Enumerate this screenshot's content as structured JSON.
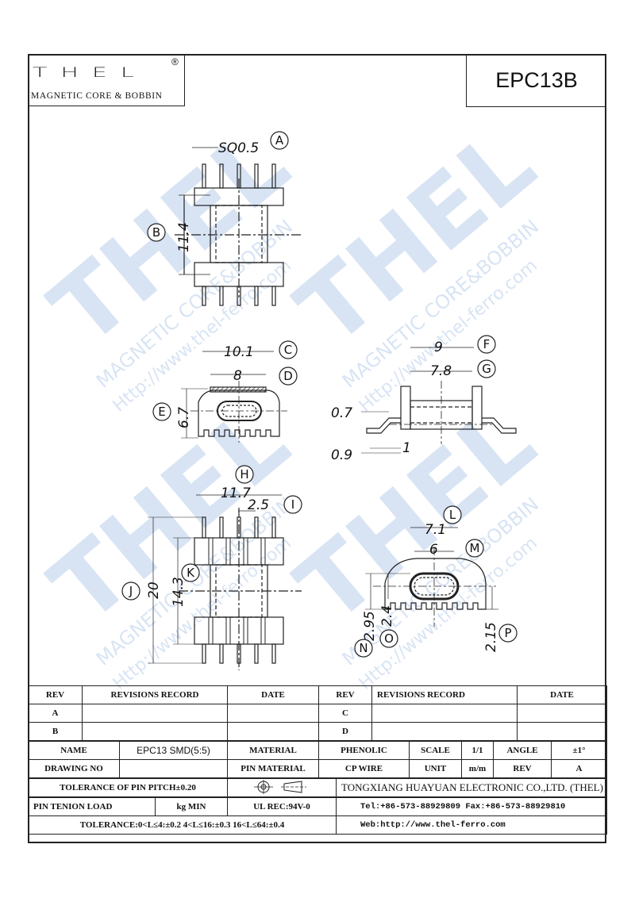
{
  "header": {
    "logo_word": "THEL",
    "logo_registered": "®",
    "logo_subtitle": "MAGNETIC CORE & BOBBIN",
    "part_number": "EPC13B"
  },
  "watermark": {
    "brand": "THEL",
    "sub": "MAGNETIC CORE&BOBBIN",
    "url": "Http://www.thel-ferro.com",
    "registered": "®"
  },
  "drawing": {
    "dimensions": {
      "A": "SQ0.5",
      "B": "11.4",
      "C": "10.1",
      "D": "8",
      "E": "6.7",
      "F": "9",
      "G": "7.8",
      "H": "11.7",
      "I": "2.5",
      "J": "20",
      "K": "14.3",
      "L": "7.1",
      "M": "6",
      "N": "2.95",
      "O": "2.4",
      "P": "2.15",
      "pin_offset_top": "0.7",
      "pin_offset_bottom": "0.9",
      "pin_width": "1"
    },
    "callouts": [
      "A",
      "B",
      "C",
      "D",
      "E",
      "F",
      "G",
      "H",
      "I",
      "J",
      "K",
      "L",
      "M",
      "N",
      "O",
      "P"
    ]
  },
  "title_block": {
    "rev_header": "REV",
    "revisions_header": "REVISIONS RECORD",
    "date_header": "DATE",
    "rev_rows": [
      [
        "A",
        "",
        "",
        "C",
        "",
        ""
      ],
      [
        "B",
        "",
        "",
        "D",
        "",
        ""
      ]
    ],
    "name_label": "NAME",
    "name_value": "EPC13 SMD(5:5)",
    "material_label": "MATERIAL",
    "material_value": "PHENOLIC",
    "scale_label": "SCALE",
    "scale_value": "1/1",
    "angle_label": "ANGLE",
    "angle_value": "±1°",
    "drawing_no_label": "DRAWING NO",
    "drawing_no_value": "",
    "pin_material_label": "PIN MATERIAL",
    "pin_material_value": "CP WIRE",
    "unit_label": "UNIT",
    "unit_value": "m/m",
    "rev_label": "REV",
    "rev_value": "A",
    "tolerance_pitch": "TOLERANCE OF PIN PITCH±0.20",
    "company": "TONGXIANG HUAYUAN ELECTRONIC CO.,LTD.  (THEL)",
    "pin_tension_label": "PIN TENION LOAD",
    "pin_tension_unit": "kg MIN",
    "ul_rec": "UL REC:94V-0",
    "tel": "Tel:+86-573-88929809 Fax:+86-573-88929810",
    "tolerance": "TOLERANCE:0<L≤4:±0.2  4<L≤16:±0.3  16<L≤64:±0.4",
    "web": "Web:http://www.thel-ferro.com"
  }
}
